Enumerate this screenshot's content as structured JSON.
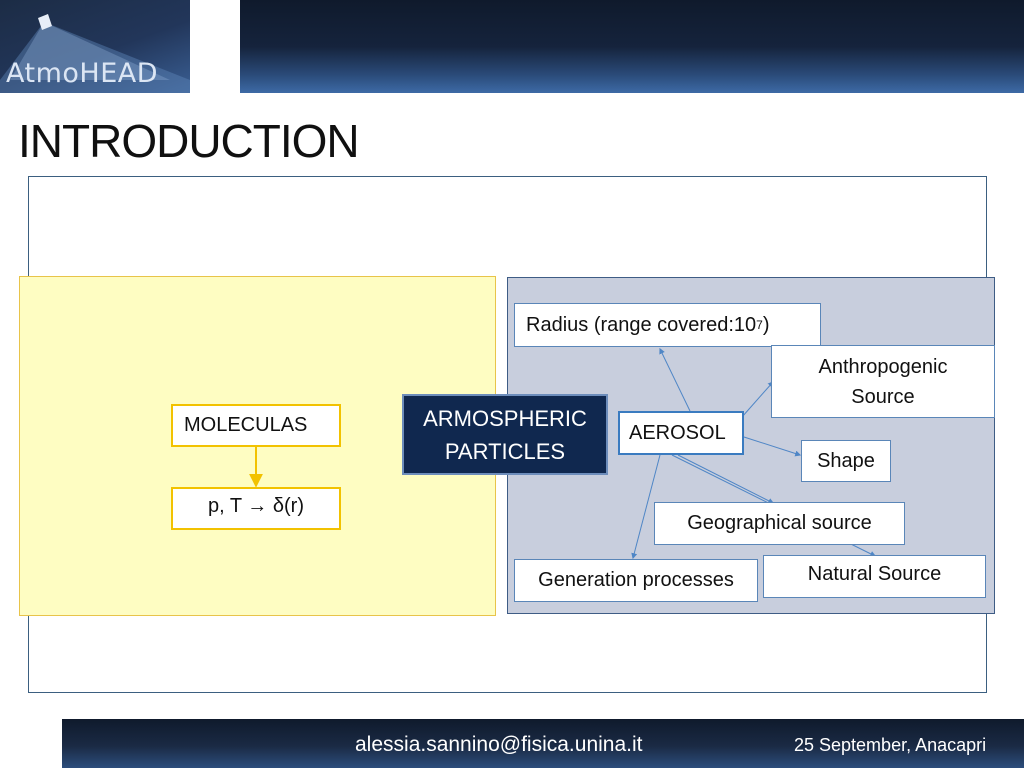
{
  "header": {
    "logo_text": "AtmoHEAD"
  },
  "slide": {
    "title": "INTRODUCTION"
  },
  "diagram": {
    "nodes": {
      "moleculas": "MOLECULAS",
      "pt": "p, T → δ(r)",
      "armospheric_line1": "ARMOSPHERIC",
      "armospheric_line2": "PARTICLES",
      "radius_prefix": "Radius (range covered:10",
      "radius_exp": "7",
      "radius_suffix": ")",
      "anthropogenic_line1": "Anthropogenic",
      "anthropogenic_line2": "Source",
      "aerosol": "AEROSOL",
      "shape": "Shape",
      "geographical": "Geographical source",
      "natural": "Natural Source",
      "generation": "Generation processes"
    },
    "colors": {
      "left_panel": "#fefdc2",
      "right_panel": "#c8cedd",
      "yellow_border": "#f2c200",
      "dark_node": "#10284f",
      "arrow_blue": "#4f86c6"
    }
  },
  "footer": {
    "email": "alessia.sannino@fisica.unina.it",
    "date": "25 September, Anacapri"
  }
}
